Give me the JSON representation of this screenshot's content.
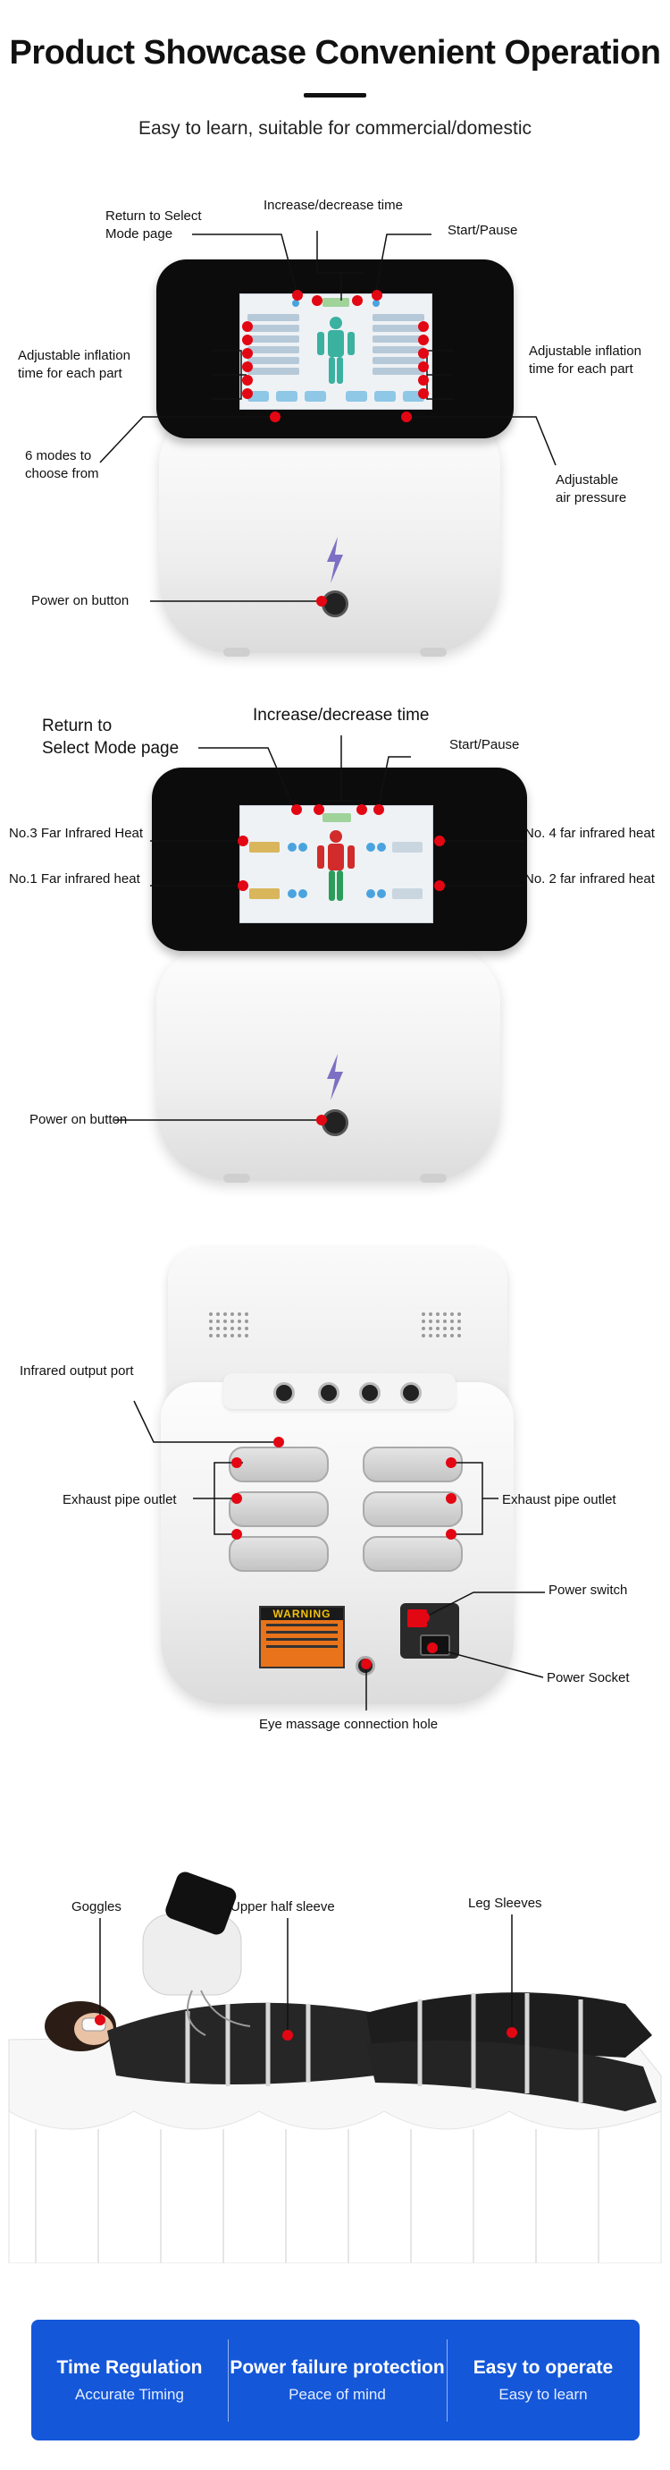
{
  "header": {
    "title": "Product Showcase Convenient Operation",
    "subtitle": "Easy to learn, suitable for commercial/domestic"
  },
  "panel1": {
    "return_label": "Return to Select\nMode page",
    "time_label": "Increase/decrease time",
    "start_label": "Start/Pause",
    "left_inflation_label": "Adjustable inflation\ntime for each part",
    "right_inflation_label": "Adjustable inflation\ntime for each part",
    "modes_label": "6 modes to\nchoose from",
    "pressure_label": "Adjustable\nair pressure",
    "power_label": "Power on button"
  },
  "panel2": {
    "return_label": "Return to\nSelect Mode page",
    "time_label": "Increase/decrease time",
    "start_label": "Start/Pause",
    "heat3_label": "No.3 Far Infrared Heat",
    "heat1_label": "No.1 Far infrared heat",
    "heat4_label": "No. 4 far infrared heat",
    "heat2_label": "No. 2 far infrared heat",
    "power_label": "Power on button"
  },
  "rear": {
    "infrared_label": "Infrared output port",
    "exhaust_left_label": "Exhaust pipe outlet",
    "exhaust_right_label": "Exhaust pipe outlet",
    "power_switch_label": "Power switch",
    "power_socket_label": "Power Socket",
    "eye_label": "Eye massage connection hole",
    "warning_text": "WARNING"
  },
  "scene": {
    "goggles_label": "Goggles",
    "upper_label": "Upper half sleeve",
    "leg_label": "Leg Sleeves"
  },
  "features": [
    {
      "title": "Time Regulation",
      "sub": "Accurate Timing"
    },
    {
      "title": "Power failure protection",
      "sub": "Peace of mind"
    },
    {
      "title": "Easy to operate",
      "sub": "Easy to learn"
    }
  ],
  "colors": {
    "accent_red": "#e30613",
    "banner_blue": "#1457d9",
    "screen_black": "#0c0c0c"
  }
}
